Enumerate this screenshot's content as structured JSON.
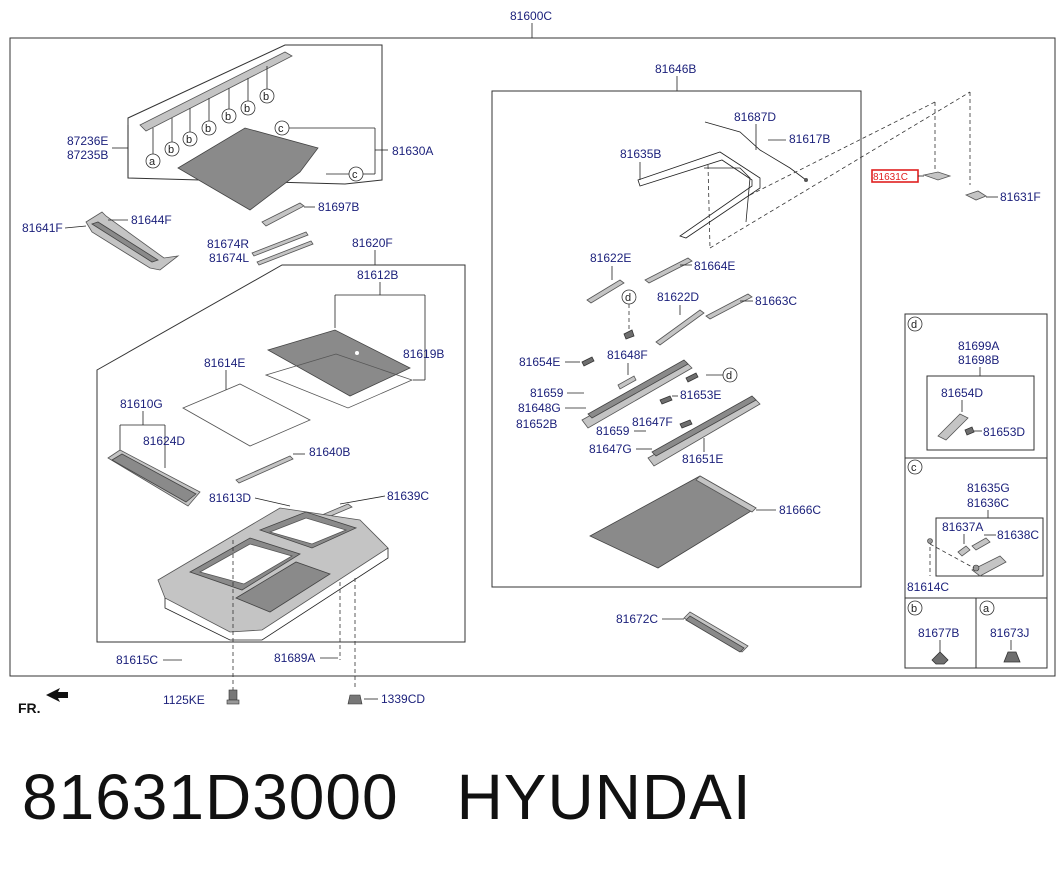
{
  "diagram": {
    "assembly_label": "81600C",
    "highlight_color": "#e02020",
    "label_color": "#1a1f7a",
    "labels": {
      "l81646B": "81646B",
      "l87236E": "87236E",
      "l87235B": "87235B",
      "l81630A": "81630A",
      "l81697B": "81697B",
      "l81641F": "81641F",
      "l81644F": "81644F",
      "l81674R": "81674R",
      "l81674L": "81674L",
      "l81620F": "81620F",
      "l81612B": "81612B",
      "l81619B": "81619B",
      "l81614E": "81614E",
      "l81610G": "81610G",
      "l81624D": "81624D",
      "l81640B": "81640B",
      "l81613D": "81613D",
      "l81639C": "81639C",
      "l81615C": "81615C",
      "l81689A": "81689A",
      "l1125KE": "1125KE",
      "l1339CD": "1339CD",
      "l81687D": "81687D",
      "l81617B": "81617B",
      "l81635B": "81635B",
      "l81631C": "81631C",
      "l81631F": "81631F",
      "l81622E": "81622E",
      "l81664E": "81664E",
      "l81622D": "81622D",
      "l81663C": "81663C",
      "l81654E": "81654E",
      "l81648F": "81648F",
      "l81659a": "81659",
      "l81648G": "81648G",
      "l81652B": "81652B",
      "l81653E": "81653E",
      "l81647F": "81647F",
      "l81659b": "81659",
      "l81647G": "81647G",
      "l81651E": "81651E",
      "l81666C": "81666C",
      "l81672C": "81672C"
    },
    "bubbles": {
      "a": "a",
      "b": "b",
      "c": "c",
      "d": "d"
    },
    "panels": {
      "d": {
        "letter": "d",
        "title1": "81699A",
        "title2": "81698B",
        "sub1": "81654D",
        "sub2": "81653D"
      },
      "c": {
        "letter": "c",
        "title1": "81635G",
        "title2": "81636C",
        "sub1": "81637A",
        "sub2": "81638C",
        "sub3": "81614C"
      },
      "b": {
        "letter": "b",
        "part": "81677B"
      },
      "a": {
        "letter": "a",
        "part": "81673J"
      }
    },
    "front_label": "FR."
  },
  "footer": {
    "part_number": "81631D3000",
    "brand": "HYUNDAI"
  }
}
